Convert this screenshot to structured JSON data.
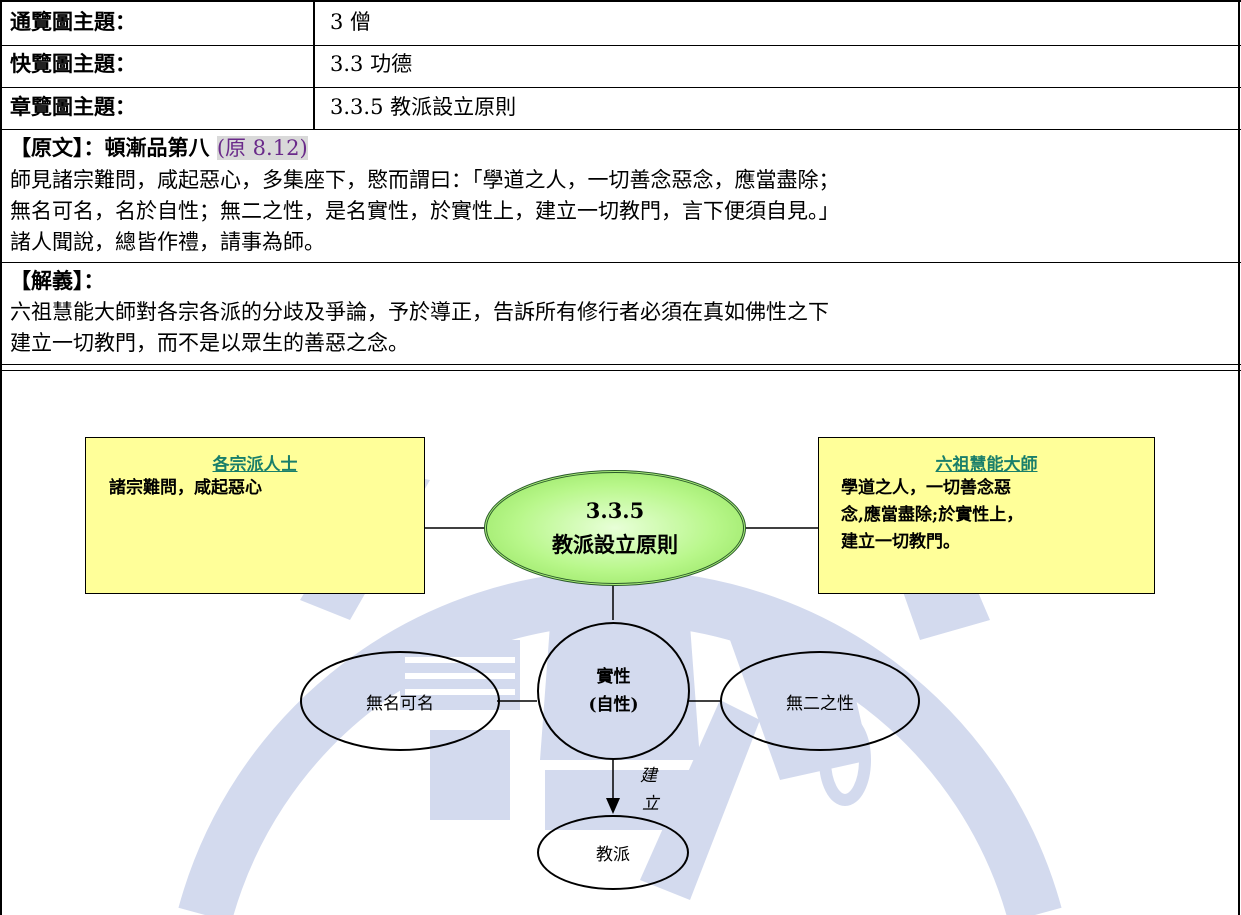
{
  "header_table": {
    "rows": [
      {
        "label": "通覽圖主題：",
        "value": "3 僧"
      },
      {
        "label": "快覽圖主題：",
        "value": "3.3 功德"
      },
      {
        "label": "章覽圖主題：",
        "value": "3.3.5 教派設立原則"
      }
    ]
  },
  "original": {
    "heading": "【原文】：頓漸品第八",
    "ref": "(原 8.12)",
    "lines": [
      "師見諸宗難問，咸起惡心，多集座下，愍而謂曰：「學道之人，一切善念惡念，應當盡除；",
      "無名可名，名於自性；無二之性，是名實性，於實性上，建立一切教門，言下便須自見。」",
      "諸人聞說，總皆作禮，請事為師。"
    ]
  },
  "explanation": {
    "heading": "【解義】：",
    "lines": [
      "六祖慧能大師對各宗各派的分歧及爭論，予於導正，告訴所有修行者必須在真如佛性之下",
      "建立一切教門，而不是以眾生的善惡之念。"
    ]
  },
  "diagram": {
    "left_box": {
      "title": "各宗派人士",
      "body": "諸宗難問，咸起惡心"
    },
    "right_box": {
      "title": "六祖慧能大師",
      "lines": [
        "學道之人，一切善念惡",
        "念,應當盡除;於實性上，",
        "建立一切教門。"
      ]
    },
    "center": {
      "line1": "3.3.5",
      "line2": "教派設立原則"
    },
    "left_oval": "無名可名",
    "middle_oval": {
      "line1": "實性",
      "line2": "(自性)"
    },
    "right_oval": "無二之性",
    "arrow_label": [
      "建",
      "立"
    ],
    "bottom_oval": "教派"
  },
  "colors": {
    "box_fill": "#ffff99",
    "box_title": "#1a7f6a",
    "center_fill": "#99ff66",
    "ref_color": "#6a2a8a",
    "watermark": "#c8d0ea"
  }
}
